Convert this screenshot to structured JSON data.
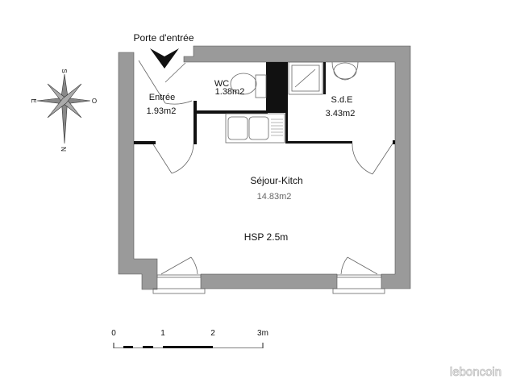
{
  "entrance": {
    "label": "Porte d'entrée"
  },
  "rooms": [
    {
      "name": "Entrée",
      "area": "1.93m2"
    },
    {
      "name": "WC",
      "area": "1.38m2"
    },
    {
      "name": "S.d.E",
      "area": "3.43m2"
    },
    {
      "name": "Séjour-Kitch",
      "area": "14.83m2"
    }
  ],
  "ceiling_height": "HSP 2.5m",
  "compass": {
    "north": "N",
    "south": "S",
    "east": "E",
    "west": "O"
  },
  "scale": {
    "ticks": [
      "0",
      "1",
      "2",
      "3m"
    ]
  },
  "watermark": "leboncoin",
  "colors": {
    "wall": "#9a9a9a",
    "interior_wall": "#111111"
  }
}
